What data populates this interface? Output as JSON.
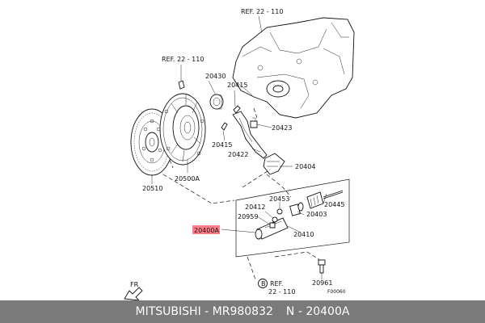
{
  "labels": {
    "ref_top": "REF. 22 - 110",
    "ref_left": "REF. 22 - 110",
    "ref_bottom_1": "REF.",
    "ref_bottom_2": "22 - 110",
    "ref_marker": "B",
    "p20430": "20430",
    "p20415_top": "20415",
    "p20423": "20423",
    "p20415_low": "20415",
    "p20422": "20422",
    "p20404": "20404",
    "p20500a": "20500A",
    "p20510": "20510",
    "p20453": "20453",
    "p20412": "20412",
    "p20959": "20959",
    "p20403": "20403",
    "p20445": "20445",
    "p20410": "20410",
    "p20400a": "20400A",
    "p20961": "20961",
    "fr": "FR",
    "figure_code": "F00060"
  },
  "banner": {
    "brand": "MITSUBISHI - MR980832",
    "part": "N - 20400A"
  },
  "colors": {
    "highlight": "#ff7f8c",
    "banner_bg": "#7a7a7a",
    "banner_text": "#ffffff"
  }
}
